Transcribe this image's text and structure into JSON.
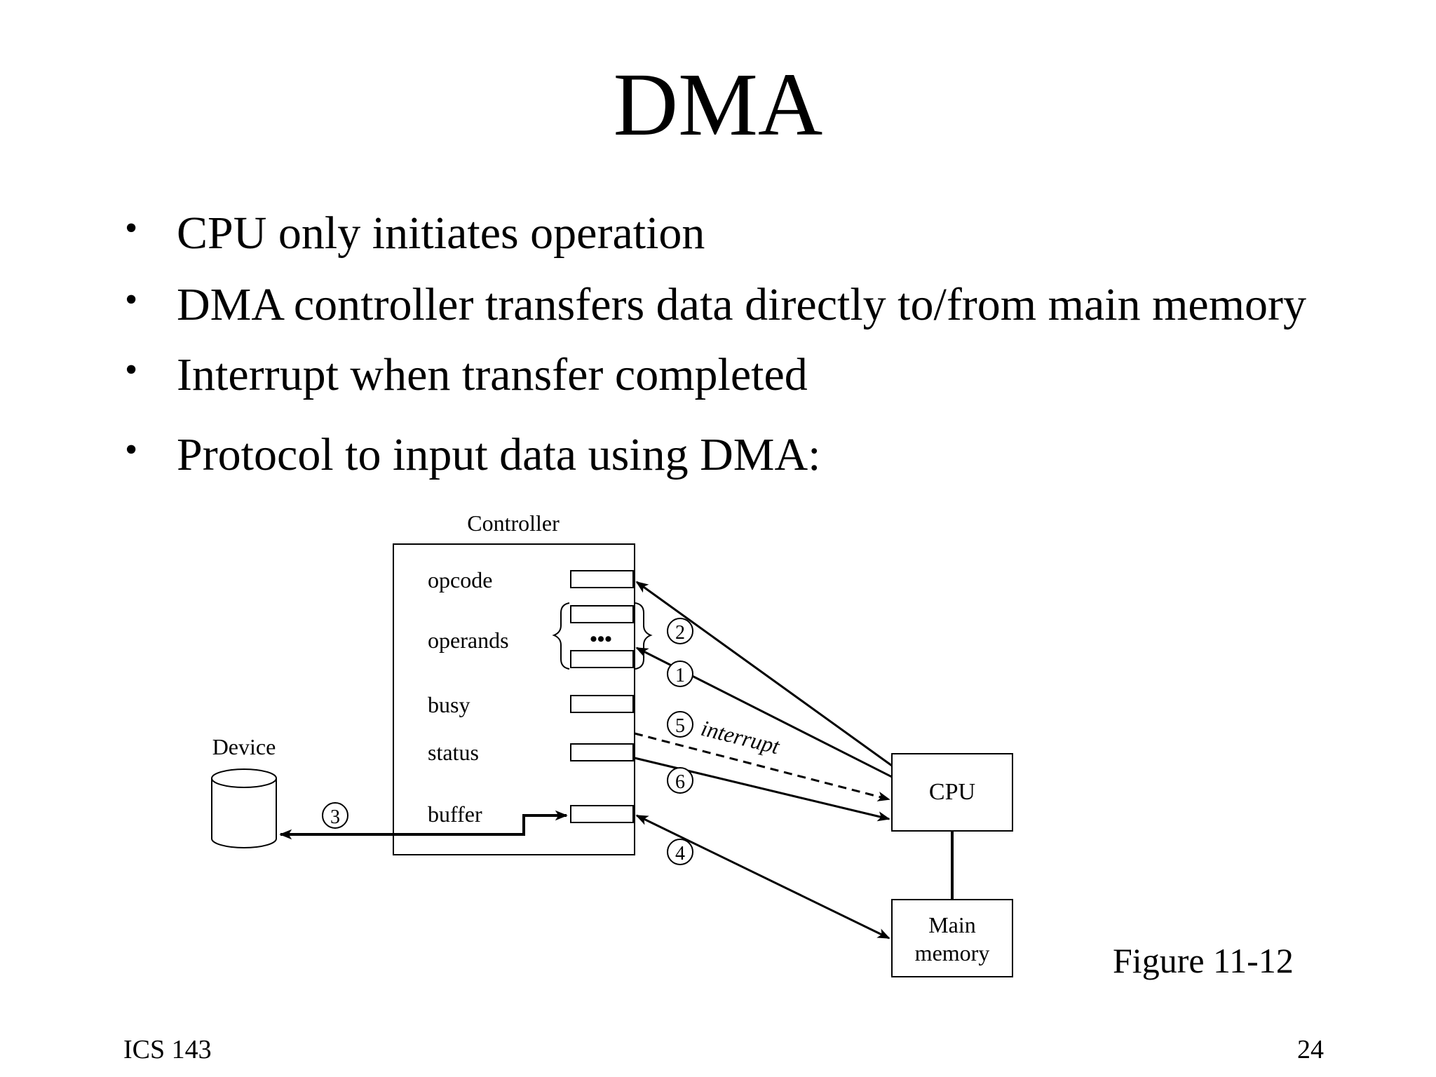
{
  "slide": {
    "title": "DMA",
    "bullets": [
      "CPU only initiates operation",
      "DMA controller transfers data directly to/from main memory",
      "Interrupt when transfer completed",
      "Protocol to input data using DMA:"
    ],
    "bullet_symbol": "•",
    "figure_caption": "Figure 11-12",
    "footer_left": "ICS 143",
    "page_number": "24"
  },
  "diagram": {
    "controller_label": "Controller",
    "registers": [
      "opcode",
      "operands",
      "busy",
      "status",
      "buffer"
    ],
    "operands_ellipsis": "•••",
    "device_label": "Device",
    "cpu_label": "CPU",
    "memory_label_line1": "Main",
    "memory_label_line2": "memory",
    "interrupt_label": "interrupt",
    "steps": [
      "1",
      "2",
      "3",
      "4",
      "5",
      "6"
    ]
  }
}
